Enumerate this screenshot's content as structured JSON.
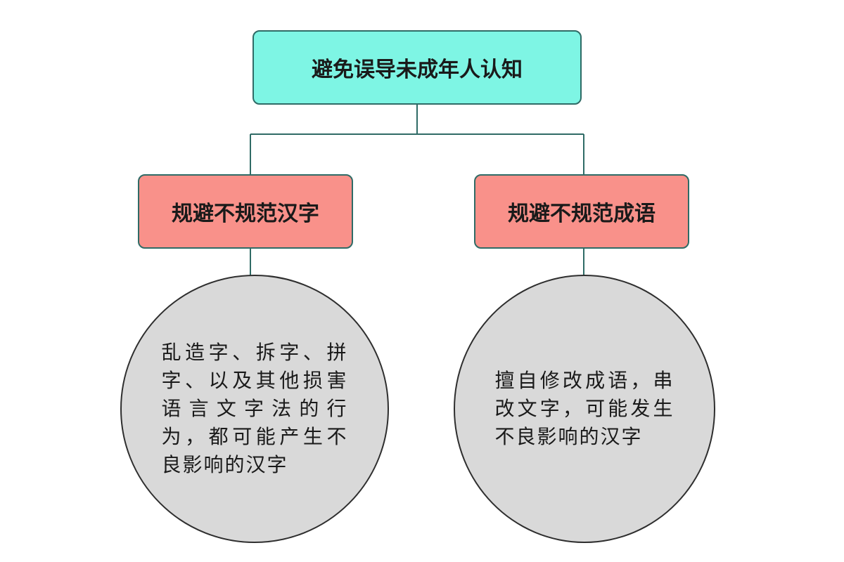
{
  "root": {
    "label": "避免误导未成年人认知",
    "fill_color": "#7ef5e4"
  },
  "branches": [
    {
      "label": "规避不规范汉字",
      "fill_color": "#f9918a",
      "detail": "乱造字、拆字、拼字、以及其他损害语言文字法的行为，都可能产生不良影响的汉字"
    },
    {
      "label": "规避不规范成语",
      "fill_color": "#f9918a",
      "detail": "擅自修改成语，串改文字，可能发生不良影响的汉字"
    }
  ],
  "detail_fill_color": "#d9d9d9",
  "connector_color": "#2f6b66"
}
